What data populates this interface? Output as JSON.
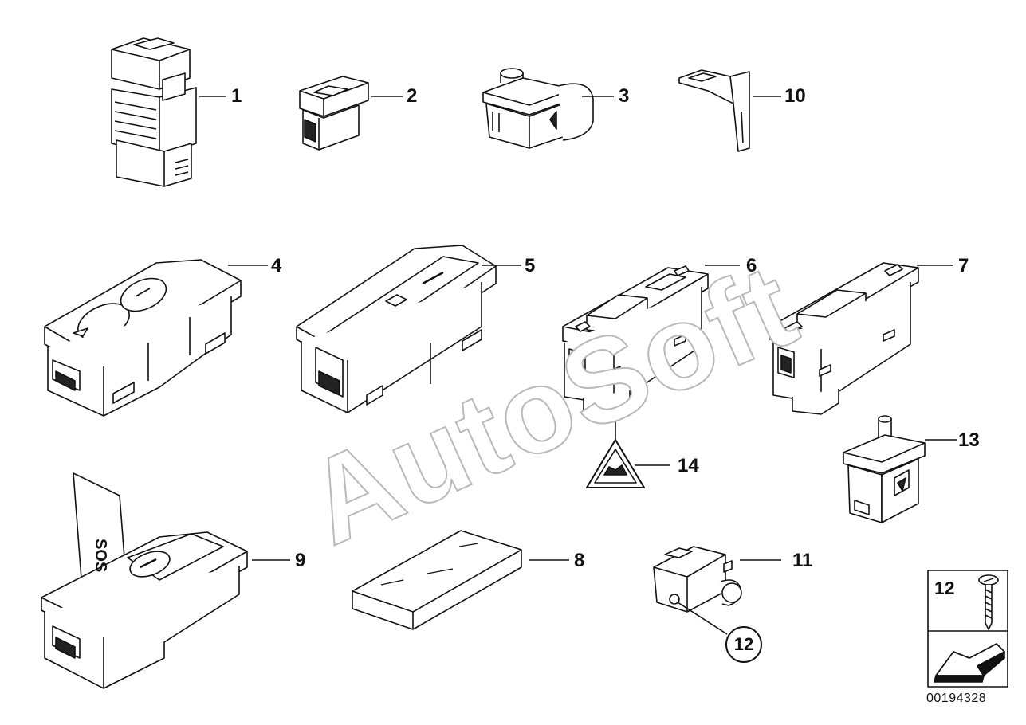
{
  "diagram": {
    "watermark": "AutoSoft",
    "document_number": "00194328",
    "callouts": [
      {
        "id": "1",
        "text": "1"
      },
      {
        "id": "2",
        "text": "2"
      },
      {
        "id": "3",
        "text": "3"
      },
      {
        "id": "10",
        "text": "10"
      },
      {
        "id": "4",
        "text": "4"
      },
      {
        "id": "5",
        "text": "5"
      },
      {
        "id": "6",
        "text": "6"
      },
      {
        "id": "7",
        "text": "7"
      },
      {
        "id": "13",
        "text": "13"
      },
      {
        "id": "14",
        "text": "14"
      },
      {
        "id": "9",
        "text": "9"
      },
      {
        "id": "8",
        "text": "8"
      },
      {
        "id": "11",
        "text": "11"
      }
    ],
    "circled_callout": "12",
    "inset_box_label": "12",
    "sos_text": "SOS"
  }
}
